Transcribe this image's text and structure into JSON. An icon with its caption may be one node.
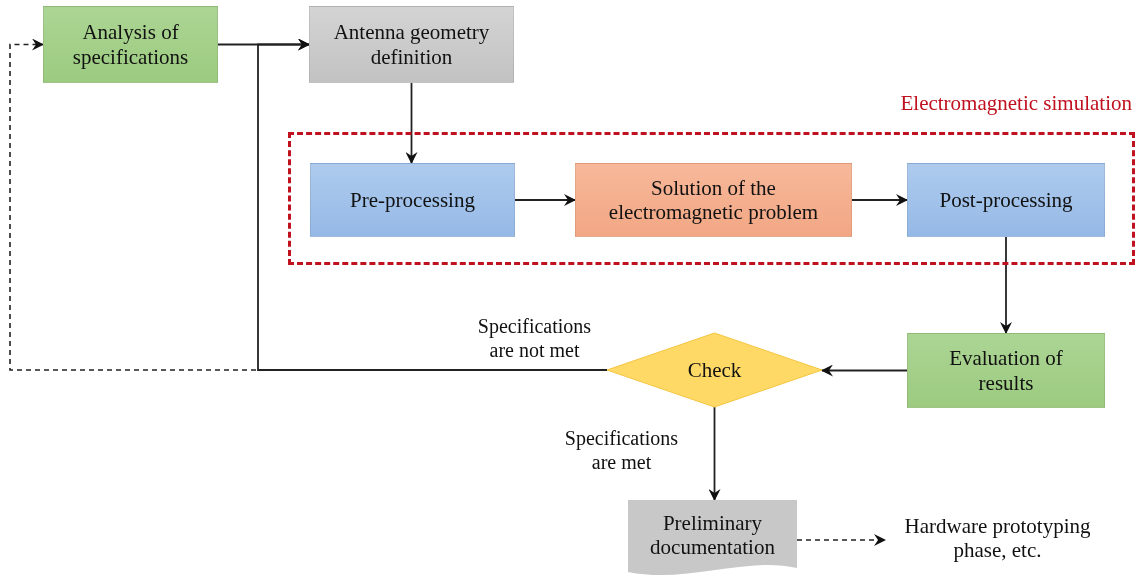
{
  "diagram": {
    "nodes": [
      {
        "text": [
          "Analysis of specifications"
        ]
      },
      {
        "text": [
          "Antenna geometry definition"
        ]
      },
      {
        "text": [
          "Electromagnetic simulation"
        ]
      },
      {
        "text": [
          "Pre-processing"
        ],
        "in": 2
      },
      {
        "text": [
          "Solution of the electromagnetic problem"
        ],
        "in": 2
      },
      {
        "text": [
          "Post-processing"
        ],
        "in": 2
      },
      {
        "text": [
          "Evaluation of results"
        ]
      },
      {
        "text": [
          "Check"
        ]
      },
      {
        "text": [
          "Preliminary documentation"
        ]
      },
      {
        "text": [
          "Hardware prototyping phase, etc."
        ]
      }
    ],
    "edges": [
      {
        "from": 0,
        "to": 1,
        "arrow": "to"
      },
      {
        "from": 1,
        "to": 3,
        "arrow": "to"
      },
      {
        "from": 3,
        "to": 4,
        "arrow": "to"
      },
      {
        "from": 4,
        "to": 5,
        "arrow": "to"
      },
      {
        "from": 5,
        "to": 6,
        "arrow": "to"
      },
      {
        "from": 6,
        "to": 7,
        "arrow": "to"
      },
      {
        "from": 7,
        "to": 0,
        "arrow": "to",
        "style": "dashed"
      },
      {
        "from": 7,
        "to": 1,
        "arrow": "to",
        "label": "Specifications are not met"
      },
      {
        "from": 7,
        "to": 8,
        "arrow": "to",
        "label": "Specifications are met"
      },
      {
        "from": 8,
        "to": 9,
        "arrow": "to",
        "style": "dashed"
      }
    ]
  }
}
